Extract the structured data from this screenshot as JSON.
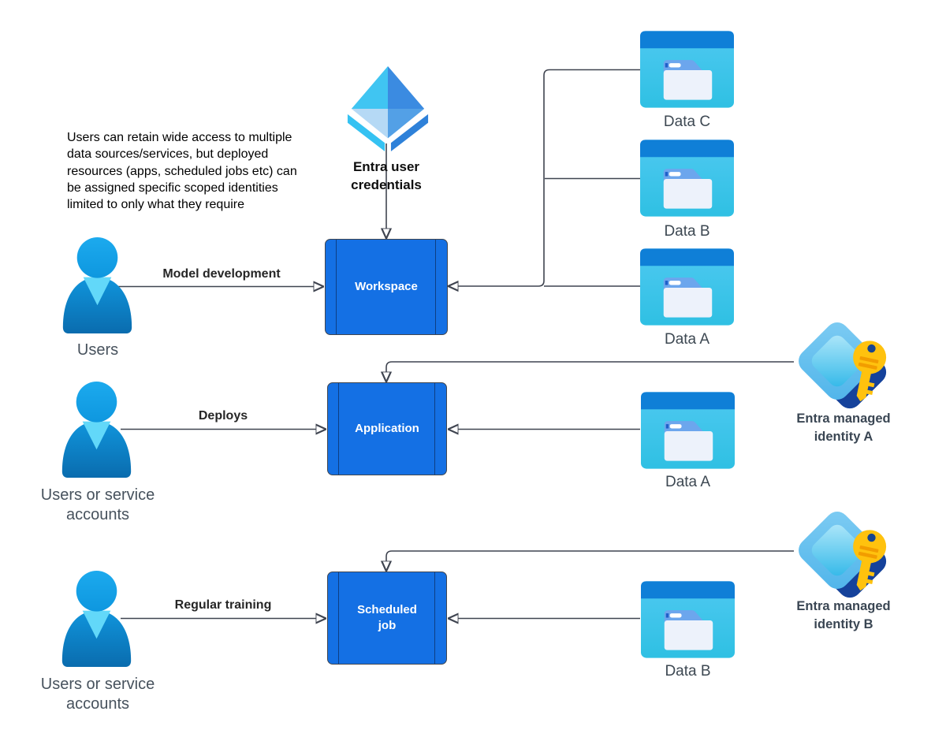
{
  "note": "Users can retain wide access to multiple\ndata sources/services, but deployed\nresources (apps, scheduled jobs etc) can\nbe assigned specific scoped identities\nlimited to only what they require",
  "credentials": {
    "label": "Entra user\ncredentials"
  },
  "processes": {
    "workspace": {
      "label": "Workspace"
    },
    "application": {
      "label": "Application"
    },
    "scheduled_job": {
      "label": "Scheduled\njob"
    }
  },
  "actors": {
    "users": {
      "label": "Users"
    },
    "users_or_service_1": {
      "label": "Users or service\naccounts"
    },
    "users_or_service_2": {
      "label": "Users or service\naccounts"
    }
  },
  "edges": {
    "model_development": {
      "label": "Model development"
    },
    "deploys": {
      "label": "Deploys"
    },
    "regular_training": {
      "label": "Regular training"
    }
  },
  "data_stores": {
    "top": [
      {
        "label": "Data C"
      },
      {
        "label": "Data B"
      },
      {
        "label": "Data A"
      }
    ],
    "middle": {
      "label": "Data A"
    },
    "bottom": {
      "label": "Data B"
    }
  },
  "identities": {
    "a": {
      "label": "Entra managed\nidentity A"
    },
    "b": {
      "label": "Entra managed\nidentity B"
    }
  },
  "icon_names": {
    "person": "person-icon",
    "data_window": "data-folder-icon",
    "entra_diamond": "entra-credentials-icon",
    "managed_identity": "entra-managed-identity-key-icon"
  },
  "colors": {
    "process_fill": "#1470E4",
    "process_border": "#41464F",
    "connector": "#3F4450",
    "person_head": "#16A5E9",
    "person_body_top": "#1095DC",
    "person_body_bottom": "#0A6CAE",
    "person_collar": "#62D8F9",
    "data_topbar": "#0F7FD7",
    "data_body_top": "#4EC9F1",
    "data_body_bottom": "#2FC0E3",
    "folder_tab": "#6CA6ED",
    "folder_body": "#EDF2FB",
    "entra_cyan": "#40C5F2",
    "entra_blue": "#3B8BE1",
    "entra_pale": "#B5D9F5",
    "entra_mid": "#53A0E6",
    "identity_navy": "#15429B",
    "identity_light": "#6FC2EF",
    "key_yellow": "#FFC20E",
    "key_orange": "#F29D00"
  }
}
